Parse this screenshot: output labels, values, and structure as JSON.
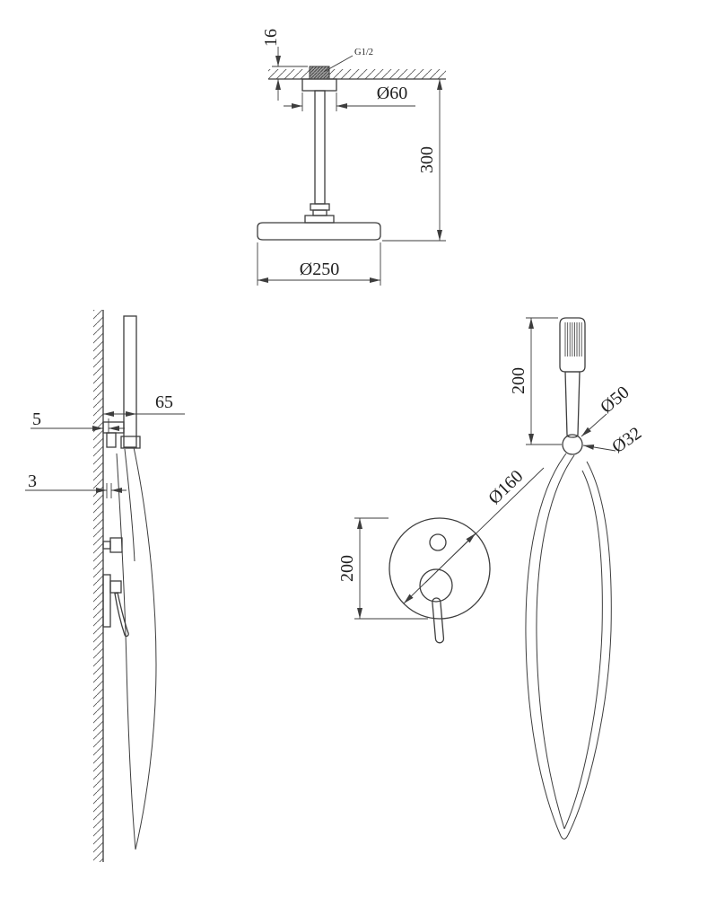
{
  "colors": {
    "line": "#3d3d3d",
    "background": "#ffffff",
    "fitting_fill": "#a0a0a0"
  },
  "views": {
    "ceiling_shower": {
      "thread_label": "G1/2",
      "recess_depth": "16",
      "flange_diameter": "Ø60",
      "arm_drop": "300",
      "head_diameter": "Ø250"
    },
    "wall_profile": {
      "holder_projection": "65",
      "bracket_offset": "5",
      "plate_thickness": "3"
    },
    "front_view": {
      "handset_length": "200",
      "holder_outer_diameter": "Ø50",
      "holder_inner_diameter": "Ø32",
      "trim_plate_diameter": "Ø160",
      "mixer_height": "200"
    }
  }
}
